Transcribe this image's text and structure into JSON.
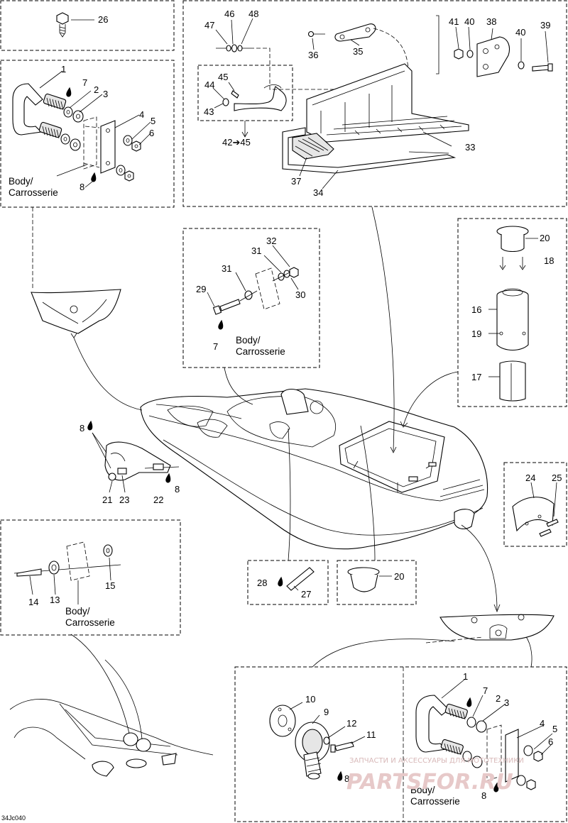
{
  "diagram_code": "34Jc040",
  "watermark": {
    "line1": "ЗАПЧАСТИ И АКСЕССУАРЫ ДЛЯ МОТОТЕХНИКИ",
    "line2": "PARTSFOR.RU"
  },
  "body_label": {
    "line1": "Body/",
    "line2": "Carrosserie"
  },
  "callouts": {
    "n1": "1",
    "n2": "2",
    "n3": "3",
    "n4": "4",
    "n5": "5",
    "n6": "6",
    "n7": "7",
    "n8": "8",
    "n9": "9",
    "n10": "10",
    "n11": "11",
    "n12": "12",
    "n13": "13",
    "n14": "14",
    "n15": "15",
    "n16": "16",
    "n17": "17",
    "n18": "18",
    "n19": "19",
    "n20": "20",
    "n21": "21",
    "n22": "22",
    "n23": "23",
    "n24": "24",
    "n25": "25",
    "n26": "26",
    "n27": "27",
    "n28": "28",
    "n29": "29",
    "n30": "30",
    "n31": "31",
    "n32": "32",
    "n33": "33",
    "n34": "34",
    "n35": "35",
    "n36": "36",
    "n37": "37",
    "n38": "38",
    "n39": "39",
    "n40": "40",
    "n41": "41",
    "n42": "42",
    "n43": "43",
    "n44": "44",
    "n45": "45",
    "n46": "46",
    "n47": "47",
    "n48": "48",
    "range_42_45": "42➔45"
  }
}
